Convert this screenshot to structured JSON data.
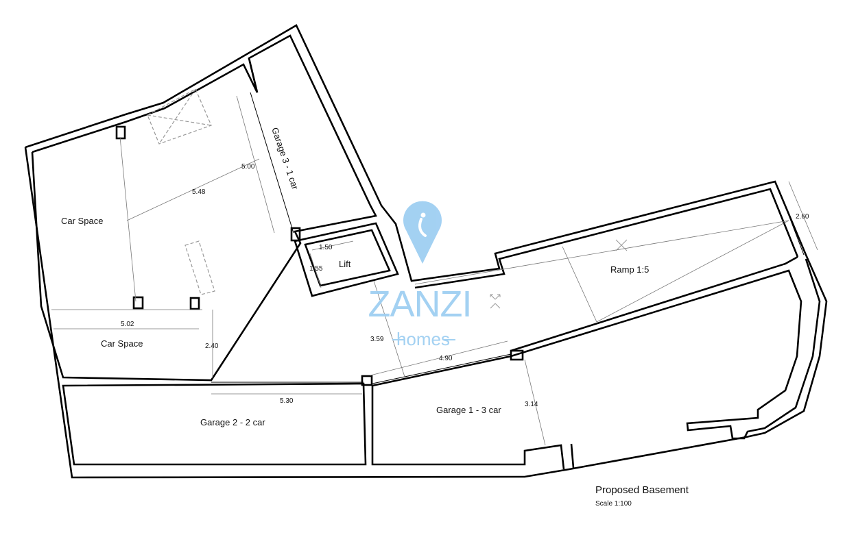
{
  "plan": {
    "title": "Proposed Basement",
    "scale": "Scale 1:100",
    "rooms": {
      "car_space_1": "Car Space",
      "car_space_2": "Car Space",
      "garage_3": "Garage 3 - 1 car",
      "lift": "Lift",
      "ramp": "Ramp 1:5",
      "garage_2": "Garage 2 - 2 car",
      "garage_1": "Garage 1 - 3 car"
    },
    "dimensions": {
      "d548": "5.48",
      "d500": "5.00",
      "d150": "1.50",
      "d155": "1.55",
      "d260": "2.60",
      "d502": "5.02",
      "d240": "2.40",
      "d359": "3.59",
      "d490": "4.90",
      "d530": "5.30",
      "d314": "3.14"
    }
  },
  "watermark": {
    "brand": "ZANZI",
    "sub": "homes",
    "color": "#9fcff2",
    "icon": "map-pin-icon"
  }
}
